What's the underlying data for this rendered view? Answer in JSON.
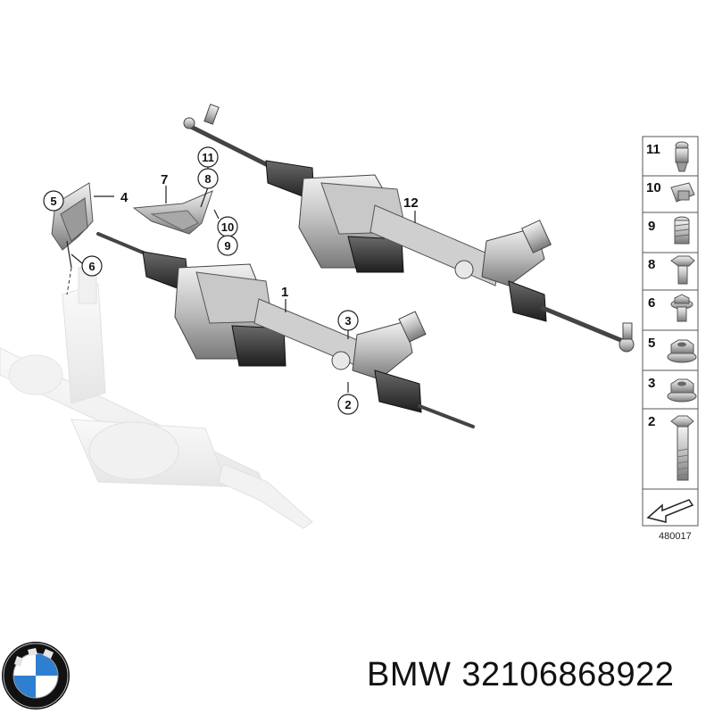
{
  "callouts": {
    "c1": "1",
    "c2": "2",
    "c3": "3",
    "c4": "4",
    "c5": "5",
    "c6": "6",
    "c7": "7",
    "c8": "8",
    "c9": "9",
    "c10": "10",
    "c11": "11",
    "c12": "12"
  },
  "legend": {
    "items": [
      "11",
      "10",
      "9",
      "8",
      "6",
      "5",
      "3",
      "2"
    ],
    "diagram_id": "480017"
  },
  "caption": {
    "brand": "BMW",
    "part_number": "32106868922"
  },
  "colors": {
    "line": "#222222",
    "part_fill": "#d6d6d6",
    "ghost": "#dcdcdc",
    "logo_blue": "#2f7fd0"
  },
  "icons": [
    "bmw-logo-icon",
    "legend-arrow-icon"
  ]
}
